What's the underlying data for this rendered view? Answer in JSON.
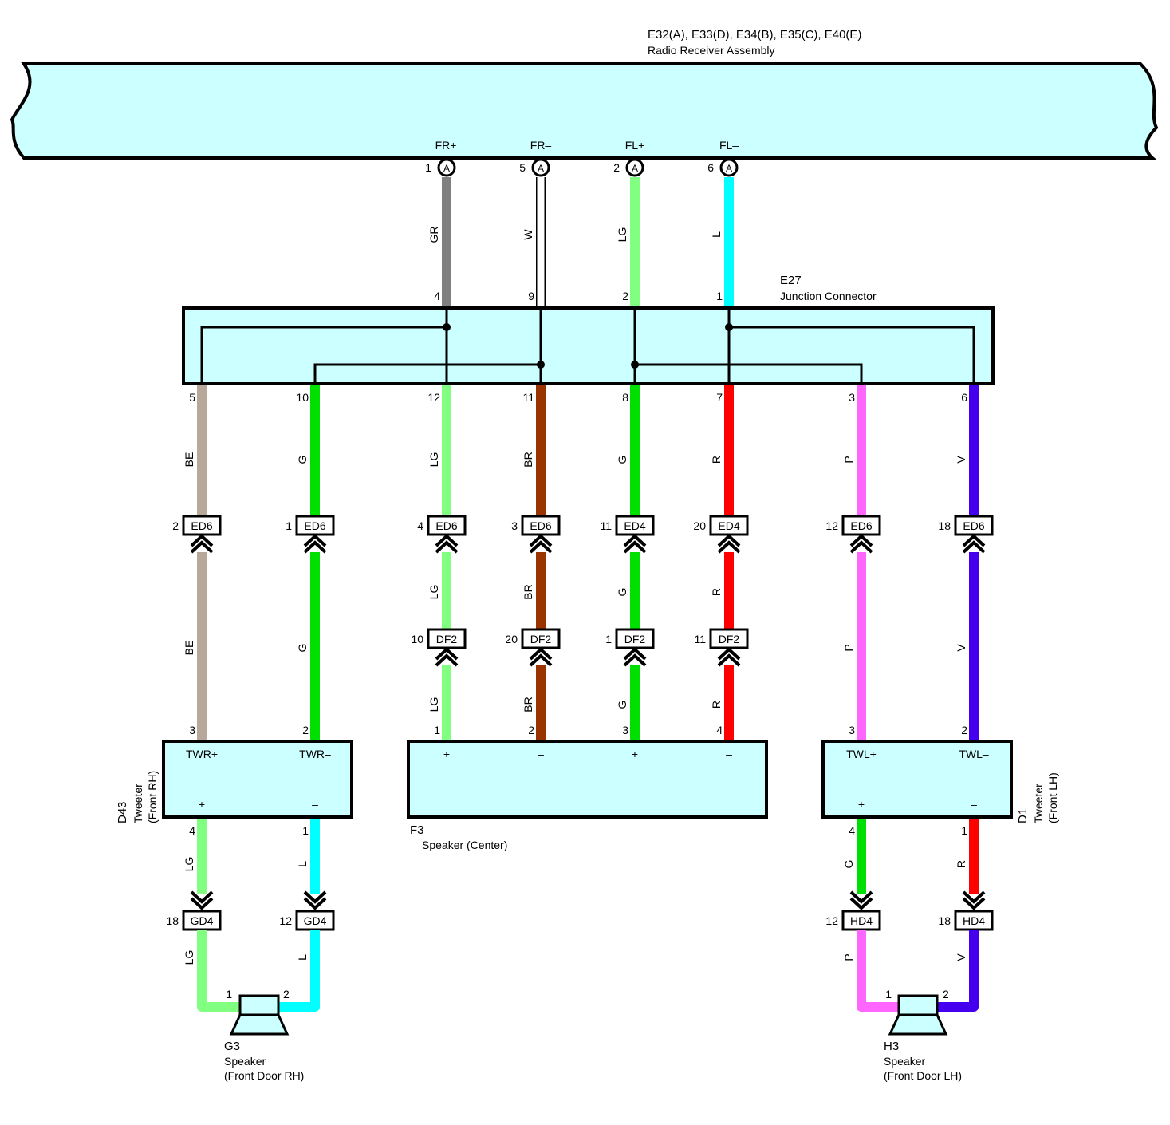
{
  "radio": {
    "code": "E32(A), E33(D), E34(B), E35(C), E40(E)",
    "name": "Radio Receiver Assembly",
    "terminals": [
      {
        "label": "FR+",
        "pin": "1",
        "conn": "A"
      },
      {
        "label": "FR–",
        "pin": "5",
        "conn": "A"
      },
      {
        "label": "FL+",
        "pin": "2",
        "conn": "A"
      },
      {
        "label": "FL–",
        "pin": "6",
        "conn": "A"
      }
    ]
  },
  "junction": {
    "code": "E27",
    "name": "Junction Connector",
    "in_pins": [
      "4",
      "9",
      "2",
      "1"
    ],
    "out_pins": [
      "5",
      "10",
      "12",
      "11",
      "8",
      "7",
      "3",
      "6"
    ]
  },
  "wires": {
    "top": [
      "GR",
      "W",
      "LG",
      "L"
    ],
    "mid": [
      "BE",
      "G",
      "LG",
      "BR",
      "G",
      "R",
      "P",
      "V"
    ],
    "low": [
      "BE",
      "G",
      "LG",
      "BR",
      "G",
      "R",
      "P",
      "V"
    ],
    "between": [
      "LG",
      "BR",
      "G",
      "R"
    ],
    "door": [
      "LG",
      "L",
      "G",
      "R"
    ],
    "speaker": [
      "LG",
      "L",
      "P",
      "V"
    ]
  },
  "ed_connectors": [
    {
      "pin": "2",
      "code": "ED6"
    },
    {
      "pin": "1",
      "code": "ED6"
    },
    {
      "pin": "4",
      "code": "ED6"
    },
    {
      "pin": "3",
      "code": "ED6"
    },
    {
      "pin": "11",
      "code": "ED4"
    },
    {
      "pin": "20",
      "code": "ED4"
    },
    {
      "pin": "12",
      "code": "ED6"
    },
    {
      "pin": "18",
      "code": "ED6"
    }
  ],
  "df_connectors": [
    {
      "pin": "10",
      "code": "DF2"
    },
    {
      "pin": "20",
      "code": "DF2"
    },
    {
      "pin": "1",
      "code": "DF2"
    },
    {
      "pin": "11",
      "code": "DF2"
    }
  ],
  "tweeter_rh": {
    "code": "D43",
    "name": "Tweeter",
    "sub": "(Front RH)",
    "t1": "TWR+",
    "t2": "TWR–",
    "p1": "+",
    "p2": "–",
    "in_pins": [
      "3",
      "2"
    ],
    "out_pins": [
      "4",
      "1"
    ]
  },
  "center": {
    "code": "F3",
    "name": "Speaker (Center)",
    "terms": [
      "+",
      "–",
      "+",
      "–"
    ],
    "pins": [
      "1",
      "2",
      "3",
      "4"
    ]
  },
  "tweeter_lh": {
    "code": "D1",
    "name": "Tweeter",
    "sub": "(Front LH)",
    "t1": "TWL+",
    "t2": "TWL–",
    "p1": "+",
    "p2": "–",
    "in_pins": [
      "3",
      "2"
    ],
    "out_pins": [
      "4",
      "1"
    ]
  },
  "door_connectors": [
    {
      "pin": "18",
      "code": "GD4"
    },
    {
      "pin": "12",
      "code": "GD4"
    },
    {
      "pin": "12",
      "code": "HD4"
    },
    {
      "pin": "18",
      "code": "HD4"
    }
  ],
  "speaker_rh": {
    "code": "G3",
    "name": "Speaker",
    "sub": "(Front Door RH)",
    "pins": [
      "1",
      "2"
    ]
  },
  "speaker_lh": {
    "code": "H3",
    "name": "Speaker",
    "sub": "(Front Door LH)",
    "pins": [
      "1",
      "2"
    ]
  },
  "colors": {
    "GR": "#808080",
    "W": "#ffffff",
    "LG": "#80ff80",
    "L": "#00ffff",
    "BE": "#b8a89a",
    "G": "#00e000",
    "BR": "#993300",
    "R": "#ff0000",
    "P": "#ff66ff",
    "V": "#4400ee",
    "box": "#ccffff"
  }
}
